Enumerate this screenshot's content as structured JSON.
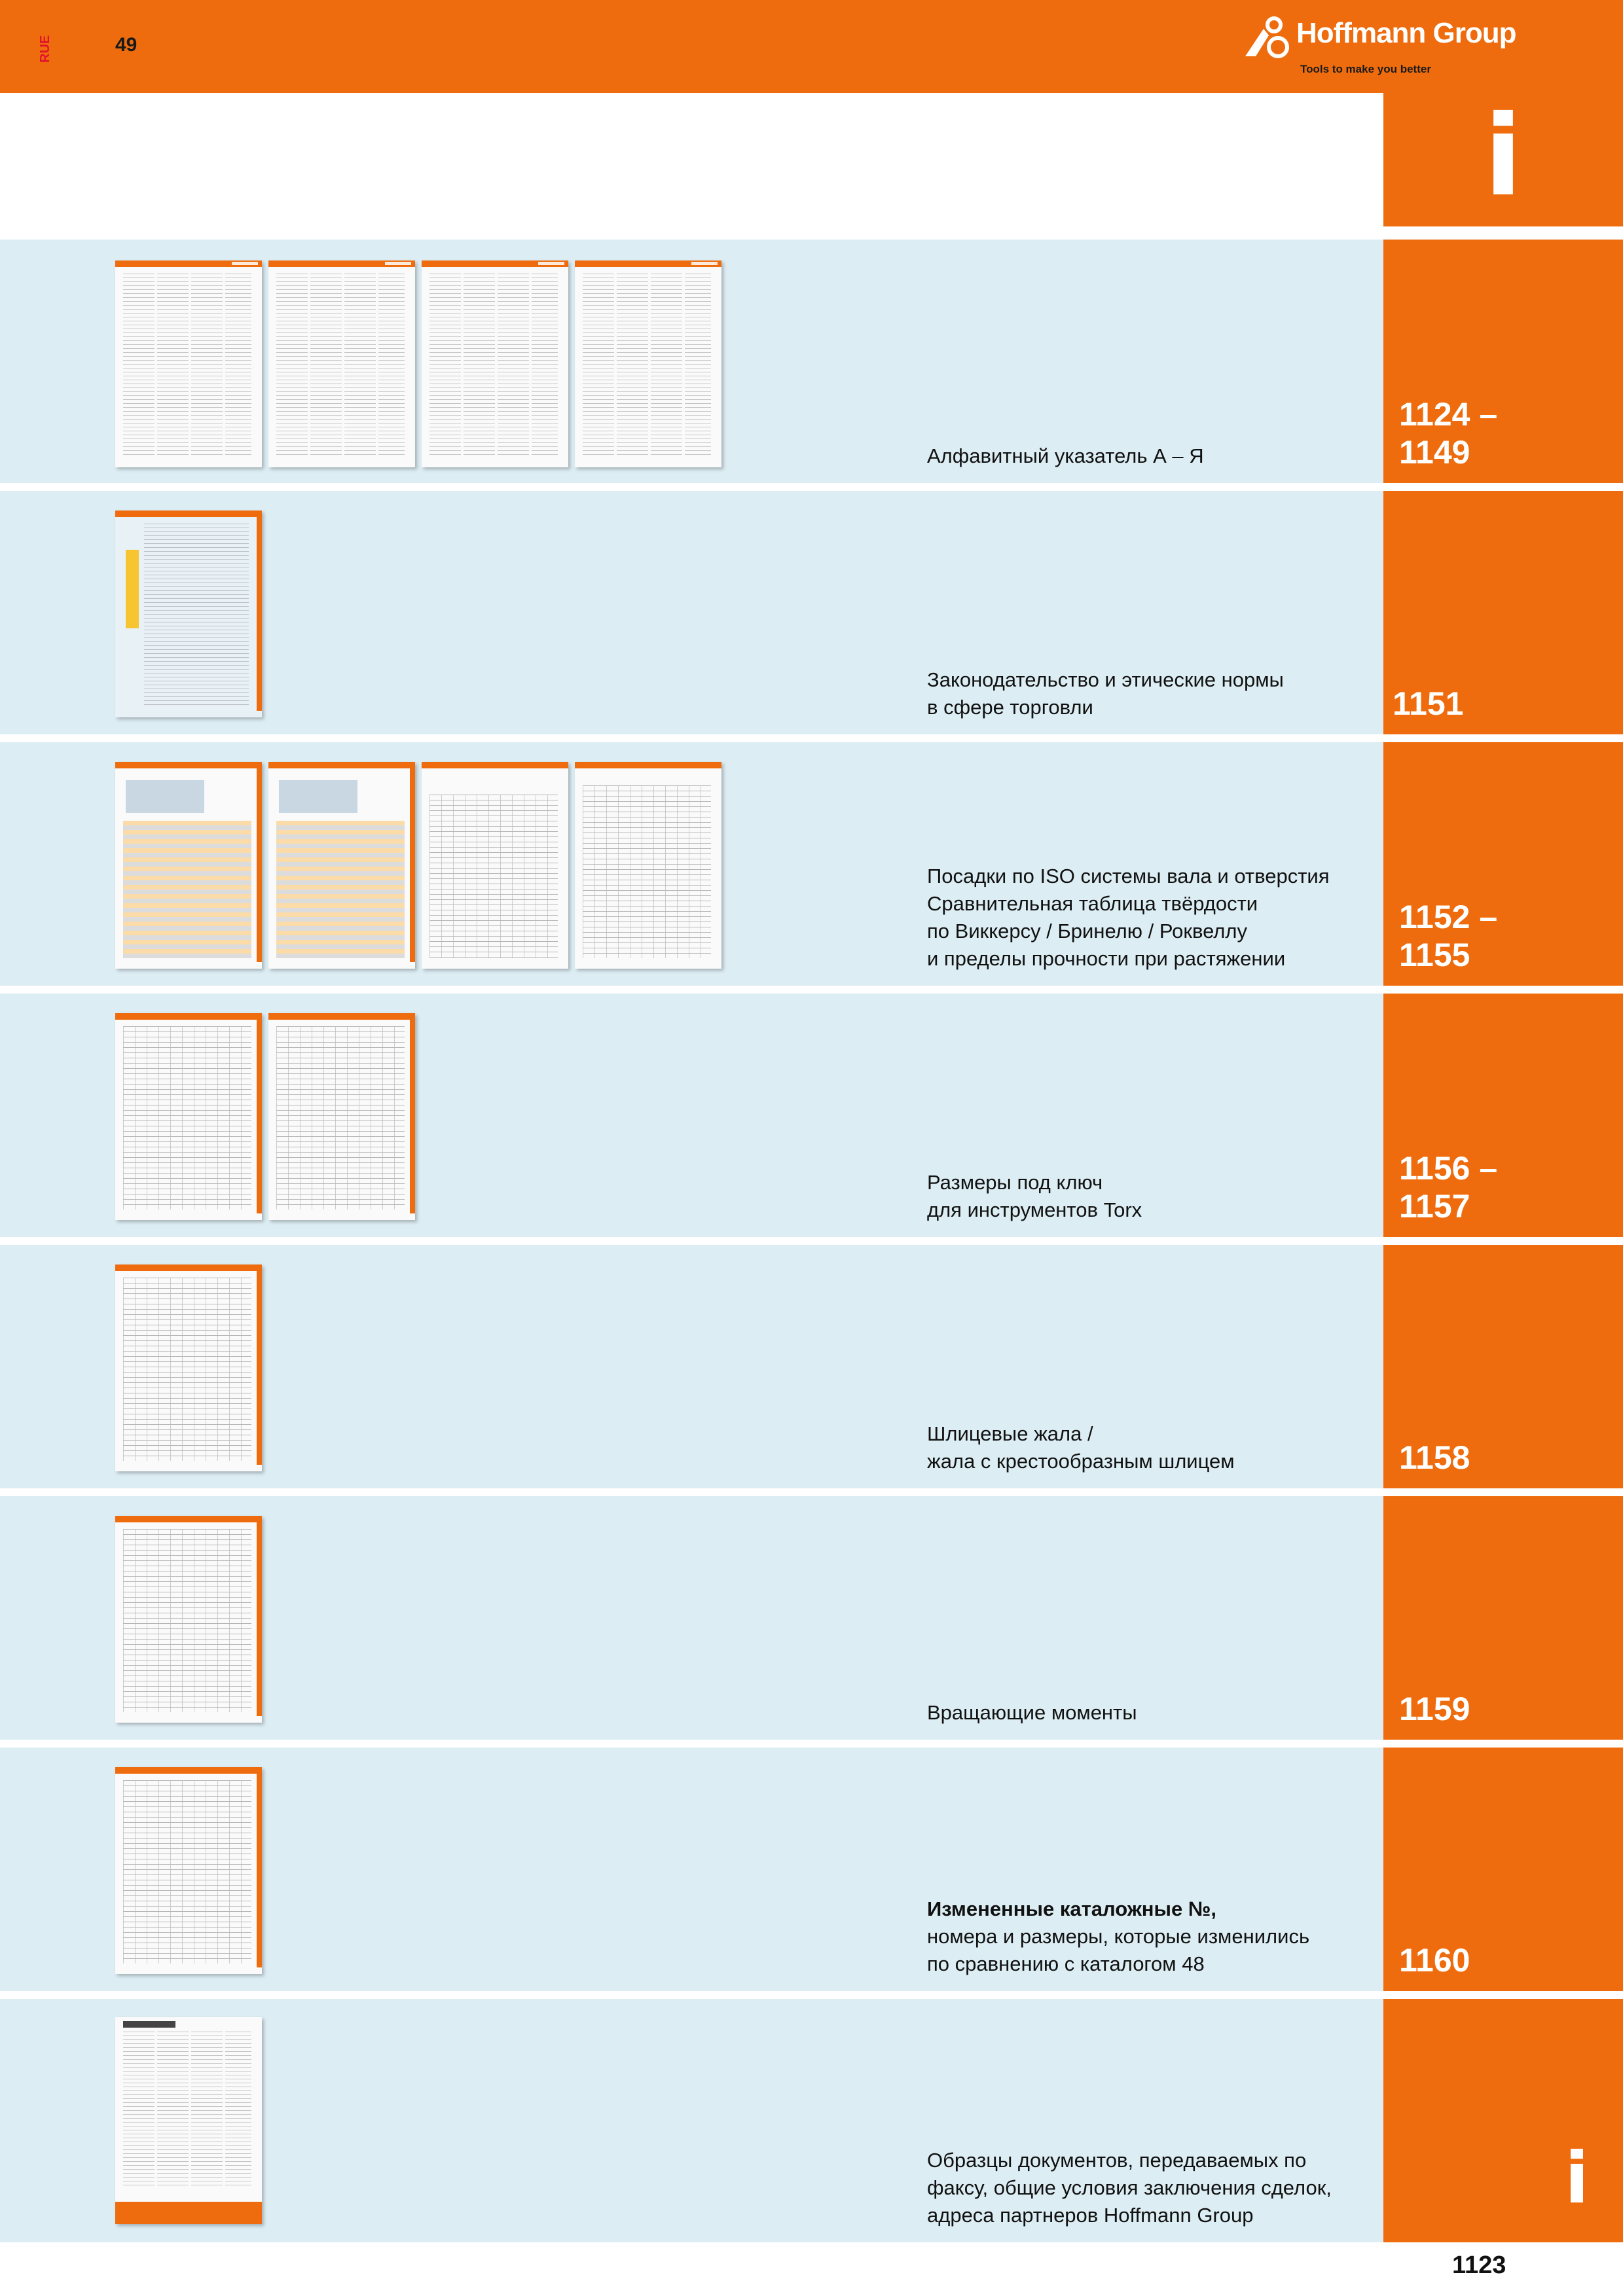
{
  "header": {
    "language_code": "RUE",
    "catalogue_edition": "49",
    "brand": "Hoffmann Group",
    "tagline": "Tools to make you better"
  },
  "section": {
    "icon_letter": "i"
  },
  "rows": [
    {
      "title_lines": [
        {
          "text": "Алфавитный указатель А – Я",
          "bold": false
        }
      ],
      "pages": [
        "1124 –",
        "1149"
      ]
    },
    {
      "title_lines": [
        {
          "text": "Законодательство и этические нормы",
          "bold": false
        },
        {
          "text": "в сфере торговли",
          "bold": false
        }
      ],
      "pages": [
        "1151"
      ]
    },
    {
      "title_lines": [
        {
          "text": "Посадки по ISO системы вала и отверстия",
          "bold": false
        },
        {
          "text": "Сравнительная таблица твёрдости",
          "bold": false
        },
        {
          "text": "по Виккерсу / Бринелю / Роквеллу",
          "bold": false
        },
        {
          "text": "и пределы прочности при растяжении",
          "bold": false
        }
      ],
      "pages": [
        "1152 –",
        "1155"
      ]
    },
    {
      "title_lines": [
        {
          "text": "Размеры под ключ",
          "bold": false
        },
        {
          "text": "для инструментов Torx",
          "bold": false
        }
      ],
      "pages": [
        "1156 –",
        "1157"
      ]
    },
    {
      "title_lines": [
        {
          "text": "Шлицевые жала /",
          "bold": false
        },
        {
          "text": "жала с крестообразным шлицем",
          "bold": false
        }
      ],
      "pages": [
        "1158"
      ]
    },
    {
      "title_lines": [
        {
          "text": "Вращающие моменты",
          "bold": false
        }
      ],
      "pages": [
        "1159"
      ]
    },
    {
      "title_lines": [
        {
          "text": "Измененные каталожные №,",
          "bold": true
        },
        {
          "text": "номера и размеры, которые изменились",
          "bold": false
        },
        {
          "text": "по сравнению с каталогом 48",
          "bold": false
        }
      ],
      "pages": [
        "1160"
      ]
    },
    {
      "title_lines": [
        {
          "text": "Образцы документов, передаваемых по",
          "bold": false
        },
        {
          "text": "факсу,  общие условия заключения сделок,",
          "bold": false
        },
        {
          "text": "адреса партнеров Hoffmann Group",
          "bold": false
        }
      ],
      "pages": []
    }
  ],
  "footer": {
    "page_number": "1123",
    "icon_letter": "i"
  },
  "colors": {
    "orange": "#EE6C0D",
    "row_bg": "#DCEDF3",
    "accent_red": "#E2142D"
  }
}
